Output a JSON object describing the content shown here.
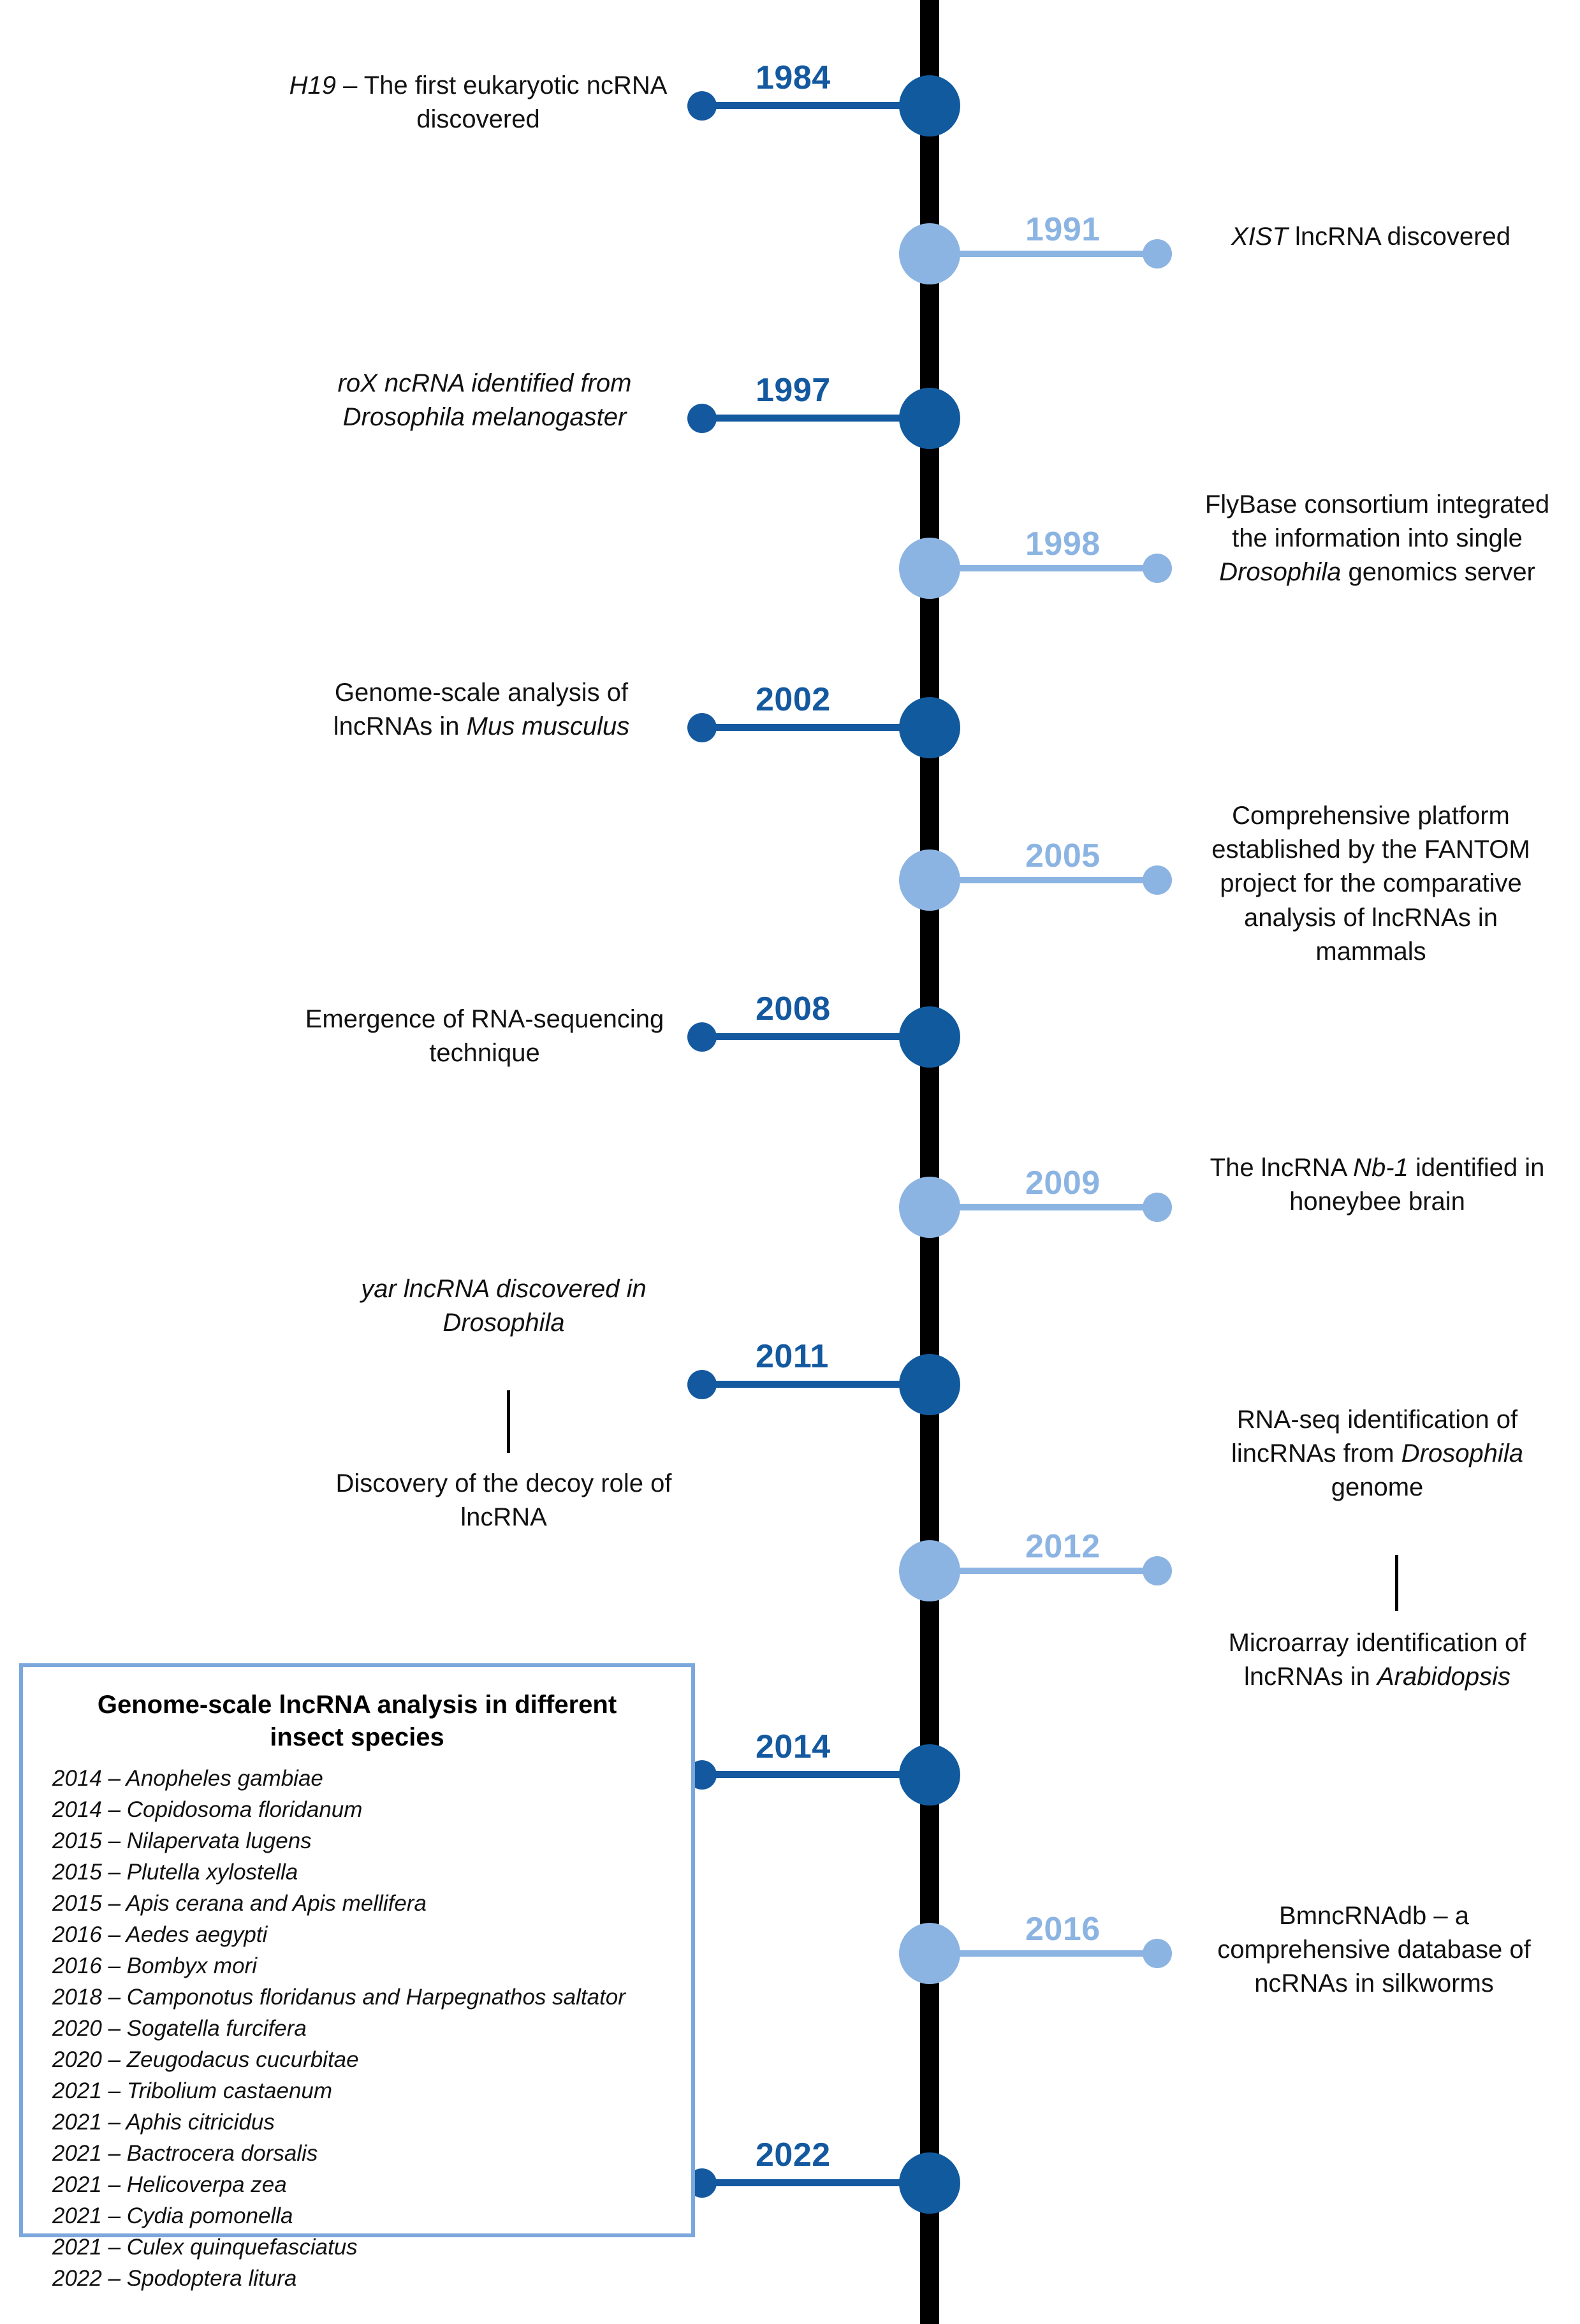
{
  "colors": {
    "spine": "#000000",
    "dark_accent": "#125A9E",
    "light_accent": "#8CB4E2",
    "box_border": "#7BA7DC",
    "text": "#111111"
  },
  "timeline": {
    "events": [
      {
        "year": "1984",
        "side": "left",
        "tone": "dark",
        "text_html": "<em>H19</em> &#8211; The first eukaryotic ncRNA discovered",
        "text_plain": "H19 - The first eukaryotic ncRNA discovered"
      },
      {
        "year": "1991",
        "side": "right",
        "tone": "light",
        "text_html": "<em>XIST</em> lncRNA discovered",
        "text_plain": "XIST lncRNA discovered"
      },
      {
        "year": "1997",
        "side": "left",
        "tone": "dark",
        "text_html": "<em>roX ncRNA identified from Drosophila melanogaster</em>",
        "text_plain": "roX ncRNA identified from Drosophila melanogaster"
      },
      {
        "year": "1998",
        "side": "right",
        "tone": "light",
        "text_html": "FlyBase consortium integrated the information into single <em>Drosophila</em> genomics server",
        "text_plain": "FlyBase consortium integrated the information into single Drosophila genomics server"
      },
      {
        "year": "2002",
        "side": "left",
        "tone": "dark",
        "text_html": "Genome-scale analysis of lncRNAs in <em>Mus musculus</em>",
        "text_plain": "Genome-scale analysis of lncRNAs in Mus musculus"
      },
      {
        "year": "2005",
        "side": "right",
        "tone": "light",
        "text_html": "Comprehensive platform established by the FANTOM project for the comparative analysis of lncRNAs in mammals",
        "text_plain": "Comprehensive platform established by the FANTOM project for the comparative analysis of lncRNAs in mammals"
      },
      {
        "year": "2008",
        "side": "left",
        "tone": "dark",
        "text_html": "Emergence of RNA-sequencing technique",
        "text_plain": "Emergence of RNA-sequencing technique"
      },
      {
        "year": "2009",
        "side": "right",
        "tone": "light",
        "text_html": "The lncRNA <em>Nb-1</em> identified in honeybee brain",
        "text_plain": "The lncRNA Nb-1 identified in honeybee brain"
      },
      {
        "year": "2011",
        "side": "left",
        "tone": "dark",
        "note_a_html": "<em>yar lncRNA discovered in Drosophila</em>",
        "note_a_plain": "yar lncRNA discovered in Drosophila",
        "note_b_html": "Discovery of the decoy role of lncRNA",
        "note_b_plain": "Discovery of the decoy role of lncRNA"
      },
      {
        "year": "2012",
        "side": "right",
        "tone": "light",
        "note_a_html": "RNA-seq identification of lincRNAs from <em>Drosophila</em> genome",
        "note_a_plain": "RNA-seq identification of lincRNAs from Drosophila genome",
        "note_b_html": "Microarray identification of lncRNAs in <em>Arabidopsis</em>",
        "note_b_plain": "Microarray identification of lncRNAs in Arabidopsis"
      },
      {
        "year": "2014",
        "side": "left",
        "tone": "dark",
        "text_html": "",
        "text_plain": ""
      },
      {
        "year": "2016",
        "side": "right",
        "tone": "light",
        "text_html": "BmncRNAdb &#8211; a comprehensive database of ncRNAs in silkworms",
        "text_plain": "BmncRNAdb - a comprehensive database of ncRNAs in silkworms"
      },
      {
        "year": "2022",
        "side": "left",
        "tone": "dark",
        "text_html": "",
        "text_plain": ""
      }
    ]
  },
  "species_box": {
    "title": "Genome-scale lncRNA analysis in different insect species",
    "items": [
      "2014 – Anopheles gambiae",
      "2014 – Copidosoma floridanum",
      "2015 – Nilapervata lugens",
      "2015 – Plutella xylostella",
      "2015 – Apis cerana and Apis mellifera",
      "2016 – Aedes aegypti",
      "2016 – Bombyx mori",
      "2018 – Camponotus floridanus and Harpegnathos saltator",
      "2020 – Sogatella furcifera",
      "2020 – Zeugodacus cucurbitae",
      "2021 – Tribolium castaenum",
      "2021 – Aphis citricidus",
      "2021 – Bactrocera dorsalis",
      "2021 – Helicoverpa zea",
      "2021 – Cydia pomonella",
      "2021 – Culex quinquefasciatus",
      "2022 – Spodoptera litura"
    ]
  }
}
